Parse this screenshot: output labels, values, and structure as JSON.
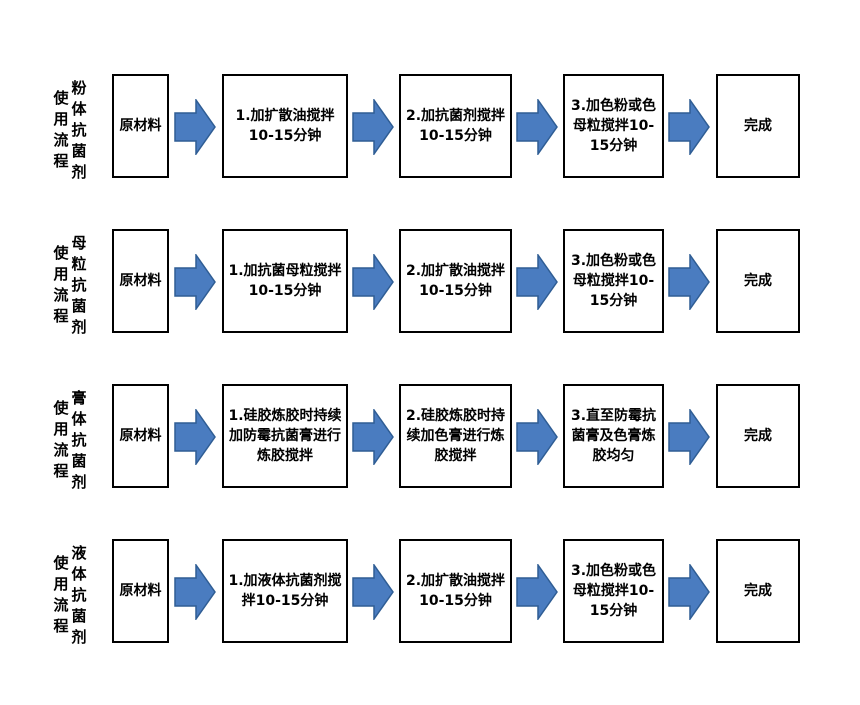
{
  "flows": [
    {
      "type_label": "粉体抗菌剂",
      "usage_label": "使用流程",
      "steps": [
        "原材料",
        "1.加扩散油搅拌10-15分钟",
        "2.加抗菌剂搅拌10-15分钟",
        "3.加色粉或色母粒搅拌10-15分钟",
        "完成"
      ]
    },
    {
      "type_label": "母粒抗菌剂",
      "usage_label": "使用流程",
      "steps": [
        "原材料",
        "1.加抗菌母粒搅拌10-15分钟",
        "2.加扩散油搅拌10-15分钟",
        "3.加色粉或色母粒搅拌10-15分钟",
        "完成"
      ]
    },
    {
      "type_label": "膏体抗菌剂",
      "usage_label": "使用流程",
      "steps": [
        "原材料",
        "1.硅胶炼胶时持续加防霉抗菌膏进行炼胶搅拌",
        "2.硅胶炼胶时持续加色膏进行炼胶搅拌",
        "3.直至防霉抗菌膏及色膏炼胶均匀",
        "完成"
      ]
    },
    {
      "type_label": "液体抗菌剂",
      "usage_label": "使用流程",
      "steps": [
        "原材料",
        "1.加液体抗菌剂搅拌10-15分钟",
        "2.加扩散油搅拌10-15分钟",
        "3.加色粉或色母粒搅拌10-15分钟",
        "完成"
      ]
    }
  ],
  "colors": {
    "arrow_fill": "#4a7cc0",
    "arrow_stroke": "#2f5d94",
    "box_border": "#000000"
  }
}
